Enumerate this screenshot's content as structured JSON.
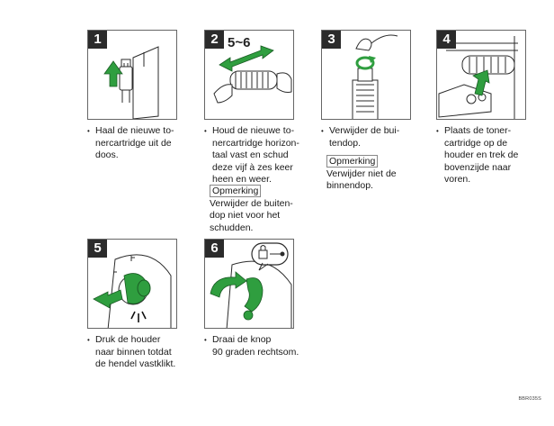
{
  "steps": [
    {
      "number": "1",
      "text": "Haal de nieuwe to-\nnercartridge uit de\ndoos."
    },
    {
      "number": "2",
      "text": "Houd de nieuwe to-\nnercartridge horizon-\ntaal vast en schud\ndeze vijf à zes keer\nheen en weer.",
      "range_label": "5~6",
      "note_label": "Opmerking",
      "note_text": "Verwijder de buiten-\ndop niet voor het\nschudden."
    },
    {
      "number": "3",
      "text": "Verwijder de bui-\ntendop.",
      "note_label": "Opmerking",
      "note_text": "Verwijder niet de\nbinnendop."
    },
    {
      "number": "4",
      "text": "Plaats de toner-\ncartridge op de\nhouder en trek de\nbovenzijde naar\nvoren."
    },
    {
      "number": "5",
      "text": "Druk de houder\nnaar binnen totdat\nde hendel vastklikt."
    },
    {
      "number": "6",
      "text": "Draai de knop\n90 graden rechtsom."
    }
  ],
  "bullet_symbol": "•",
  "figure_code": "BBR035S",
  "colors": {
    "arrow": "#2f9e3f",
    "lever": "#2f9e3f",
    "ink": "#2b2b2b"
  }
}
